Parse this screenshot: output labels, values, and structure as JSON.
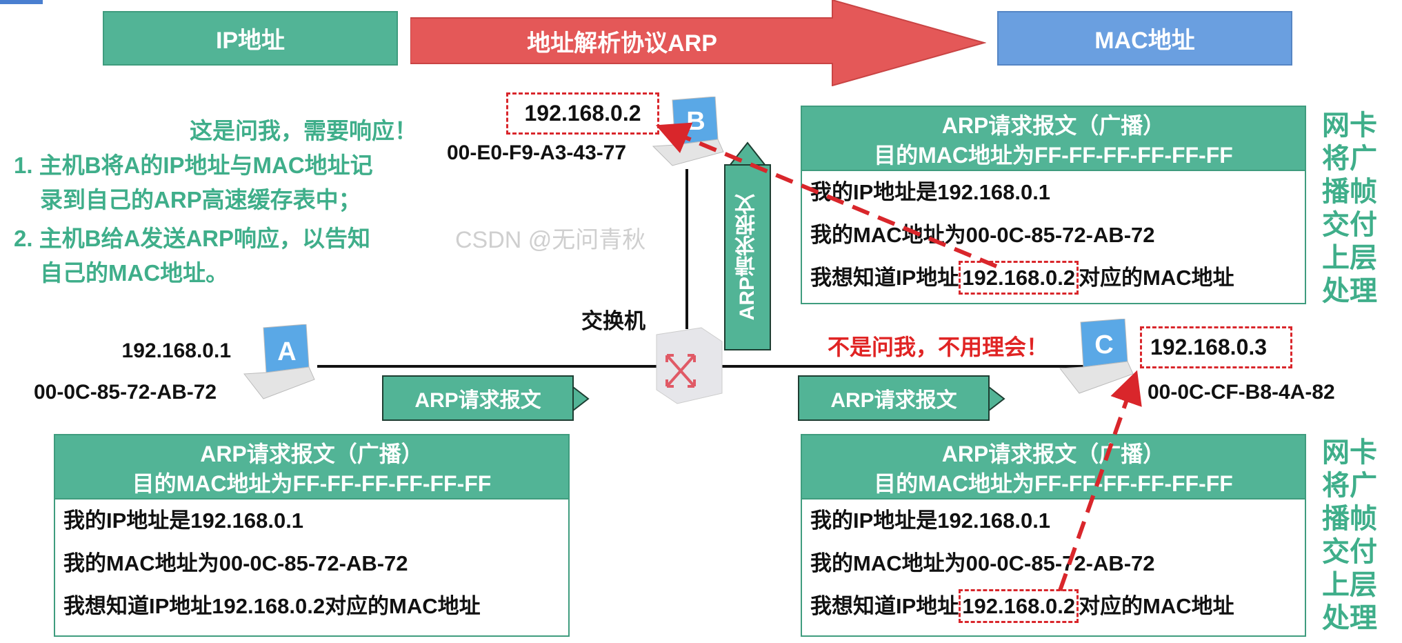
{
  "top": {
    "ip_label": "IP地址",
    "arp_label": "地址解析协议ARP",
    "mac_label": "MAC地址"
  },
  "colors": {
    "green": "#52b496",
    "red": "#e45858",
    "blue": "#6a9fe0",
    "dash_red": "#d9262b"
  },
  "note_b": {
    "title": "这是问我，需要响应！",
    "lines": [
      "1. 主机B将A的IP地址与MAC地址记",
      "录到自己的ARP高速缓存表中；",
      "2. 主机B给A发送ARP响应，以告知",
      "自己的MAC地址。"
    ]
  },
  "host_a": {
    "letter": "A",
    "ip": "192.168.0.1",
    "mac": "00-0C-85-72-AB-72"
  },
  "host_b": {
    "letter": "B",
    "ip": "192.168.0.2",
    "mac": "00-E0-F9-A3-43-77"
  },
  "host_c": {
    "letter": "C",
    "ip": "192.168.0.3",
    "mac": "00-0C-CF-B8-4A-82"
  },
  "switch_label": "交换机",
  "arrow_tag": "ARP请求报文",
  "note_c": "不是问我，不用理会！",
  "message": {
    "h1": "ARP请求报文（广播）",
    "h2": "目的MAC地址为FF-FF-FF-FF-FF-FF",
    "l1": "我的IP地址是192.168.0.1",
    "l2": "我的MAC地址为00-0C-85-72-AB-72",
    "l3a": "我想知道IP地址",
    "l3b": "192.168.0.2",
    "l3c": "对应的MAC地址"
  },
  "side_note": [
    "网卡",
    "将广",
    "播帧",
    "交付",
    "上层",
    "处理"
  ],
  "watermark": "CSDN @无问青秋"
}
